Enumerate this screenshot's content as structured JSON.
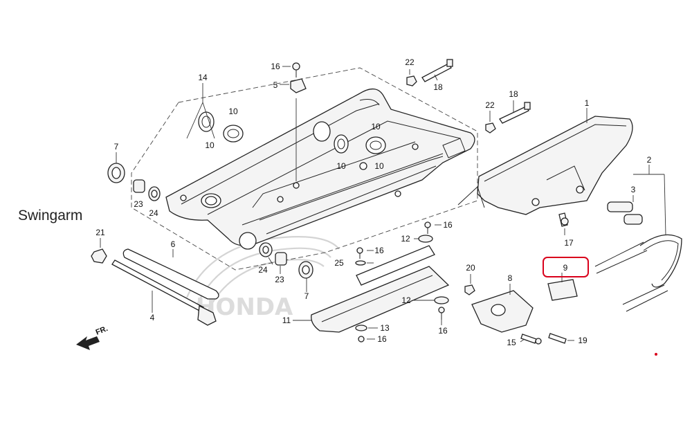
{
  "diagram_title": "Swingarm",
  "direction_label": "FR.",
  "watermark_text": "HONDA",
  "highlight_color": "#d9001b",
  "labels": {
    "n1": "1",
    "n2": "2",
    "n3": "3",
    "n4": "4",
    "n5": "5",
    "n6": "6",
    "n7a": "7",
    "n7b": "7",
    "n8": "8",
    "n9": "9",
    "n10a": "10",
    "n10b": "10",
    "n10c": "10",
    "n10d": "10",
    "n10e": "10",
    "n11": "11",
    "n12a": "12",
    "n12b": "12",
    "n13": "13",
    "n14": "14",
    "n15": "15",
    "n16a": "16",
    "n16b": "16",
    "n16c": "16",
    "n16d": "16",
    "n16e": "16",
    "n17": "17",
    "n18a": "18",
    "n18b": "18",
    "n19": "19",
    "n20": "20",
    "n21": "21",
    "n22a": "22",
    "n22b": "22",
    "n23a": "23",
    "n23b": "23",
    "n24a": "24",
    "n24b": "24",
    "n25": "25"
  }
}
